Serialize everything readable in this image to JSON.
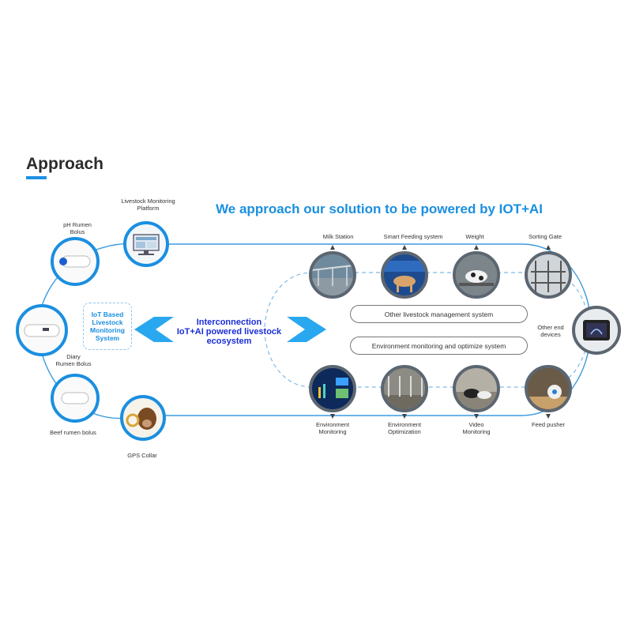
{
  "heading": "Approach",
  "headline": "We approach our solution to be powered by IOT+AI",
  "iot_box": [
    "IoT Based",
    "Livestock",
    "Monitoring",
    "System"
  ],
  "center": [
    "Interconnection",
    "IoT+AI powered livestock",
    "ecosystem"
  ],
  "left_nodes": {
    "platform": [
      "Livestock Monitoring",
      "Platform"
    ],
    "ph_bolus": [
      "pH Rumen",
      "Bolus"
    ],
    "diary_bolus": [
      "Diary",
      "Rumen Bolus"
    ],
    "beef_bolus": "Beef rumen bolus",
    "gps_collar": "GPS Collar"
  },
  "top_nodes": [
    "Milk Station",
    "Smart Feeding system",
    "Weight",
    "Sorting Gate"
  ],
  "bottom_nodes": [
    [
      "Environment",
      "Monitoring"
    ],
    [
      "Environment",
      "Optimization"
    ],
    [
      "Video",
      "Monitoring"
    ],
    [
      "Feed pusher"
    ]
  ],
  "pills": [
    "Other livestock management system",
    "Environment monitoring and optimize system"
  ],
  "right_node": [
    "Other end",
    "devices"
  ],
  "colors": {
    "accent": "#1a8fe0",
    "center_text": "#1a2ed6",
    "line": "#3a9be0",
    "dashed": "#7cbbe8"
  }
}
